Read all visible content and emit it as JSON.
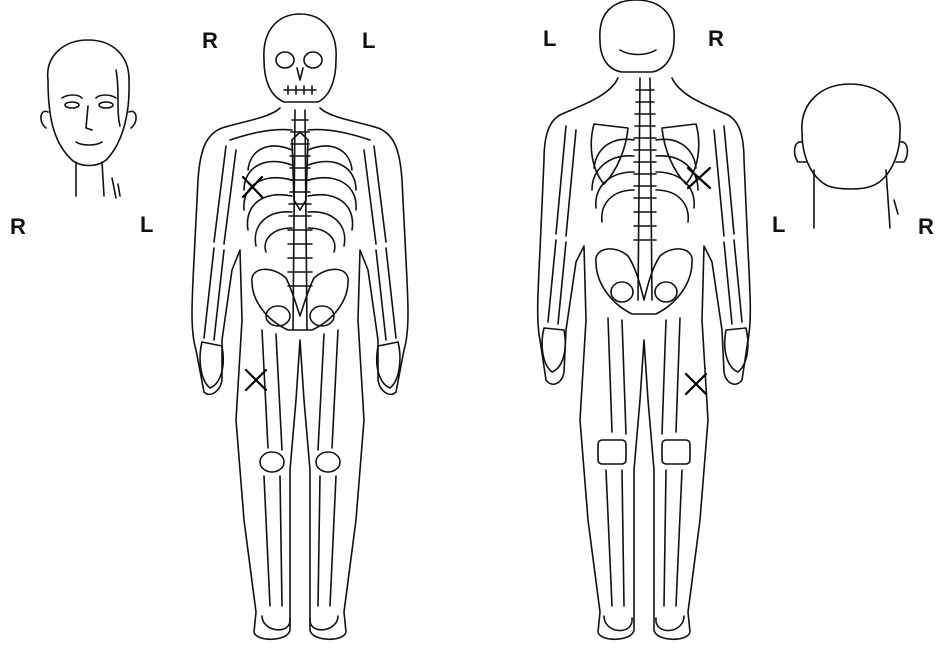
{
  "labels": {
    "head_front_right": "R",
    "head_front_left": "L",
    "body_front_right": "R",
    "body_front_left": "L",
    "body_back_left": "L",
    "body_back_right": "R",
    "head_back_left": "L",
    "head_back_right": "R"
  },
  "marks": {
    "symbol": "X",
    "color": "#000000",
    "count": 4
  },
  "colors": {
    "ink": "#111111",
    "background": "#ffffff"
  }
}
